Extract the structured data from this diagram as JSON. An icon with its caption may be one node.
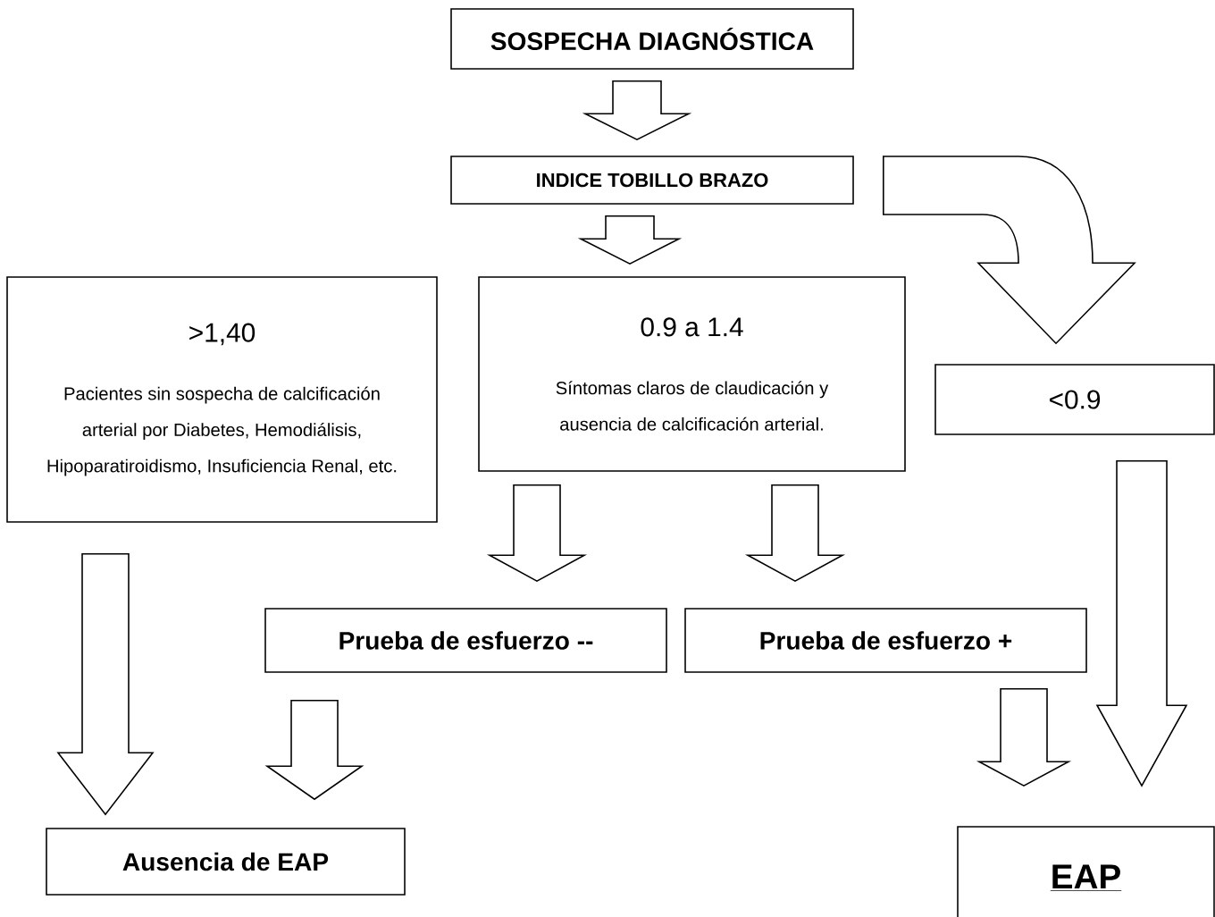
{
  "diagram": {
    "nodes": [
      {
        "text": [
          "SOSPECHA DIAGNÓSTICA"
        ]
      },
      {
        "text": [
          "INDICE TOBILLO BRAZO"
        ]
      },
      {
        "text": [
          ">1,40",
          "Pacientes sin sospecha de calcificación arterial por Diabetes, Hemodiálisis, Hipoparatiroidismo, Insuficiencia Renal, etc."
        ]
      },
      {
        "text": [
          "0.9 a 1.4",
          "Síntomas claros de claudicación y ausencia de calcificación arterial."
        ]
      },
      {
        "text": [
          "<0.9"
        ]
      },
      {
        "text": [
          "Prueba de esfuerzo --"
        ]
      },
      {
        "text": [
          "Prueba de esfuerzo +"
        ]
      },
      {
        "text": [
          "Ausencia de EAP"
        ]
      },
      {
        "text": [
          "EAP"
        ]
      }
    ],
    "edges": [
      {
        "from": 0,
        "to": 1,
        "arrow": "to"
      },
      {
        "from": 1,
        "to": 3,
        "arrow": "to"
      },
      {
        "from": 1,
        "to": 4,
        "arrow": "to"
      },
      {
        "from": 3,
        "to": 5,
        "arrow": "to"
      },
      {
        "from": 3,
        "to": 6,
        "arrow": "to"
      },
      {
        "from": 2,
        "to": 7,
        "arrow": "to"
      },
      {
        "from": 5,
        "to": 7,
        "arrow": "to"
      },
      {
        "from": 6,
        "to": 8,
        "arrow": "to"
      },
      {
        "from": 4,
        "to": 8,
        "arrow": "to"
      }
    ]
  }
}
